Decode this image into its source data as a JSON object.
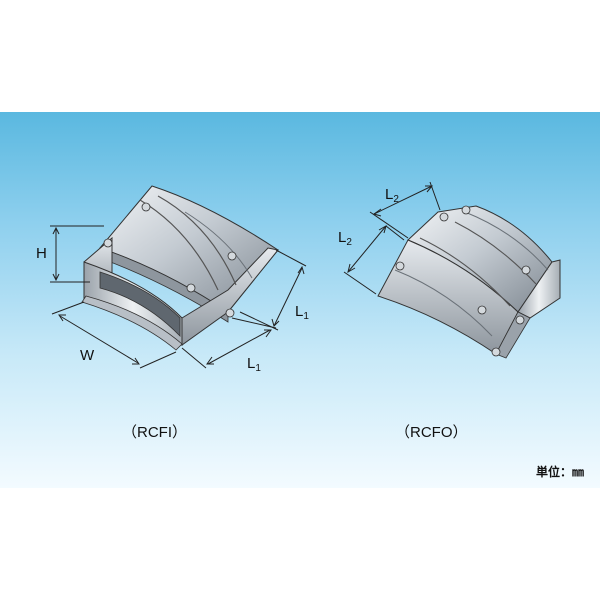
{
  "labels": {
    "h": "H",
    "w": "W",
    "l1_letter": "L",
    "l1_sub": "1",
    "l2_letter": "L",
    "l2_sub": "2"
  },
  "captions": {
    "left": "（RCFI）",
    "right": "（RCFO）"
  },
  "unit": "単位：㎜"
}
